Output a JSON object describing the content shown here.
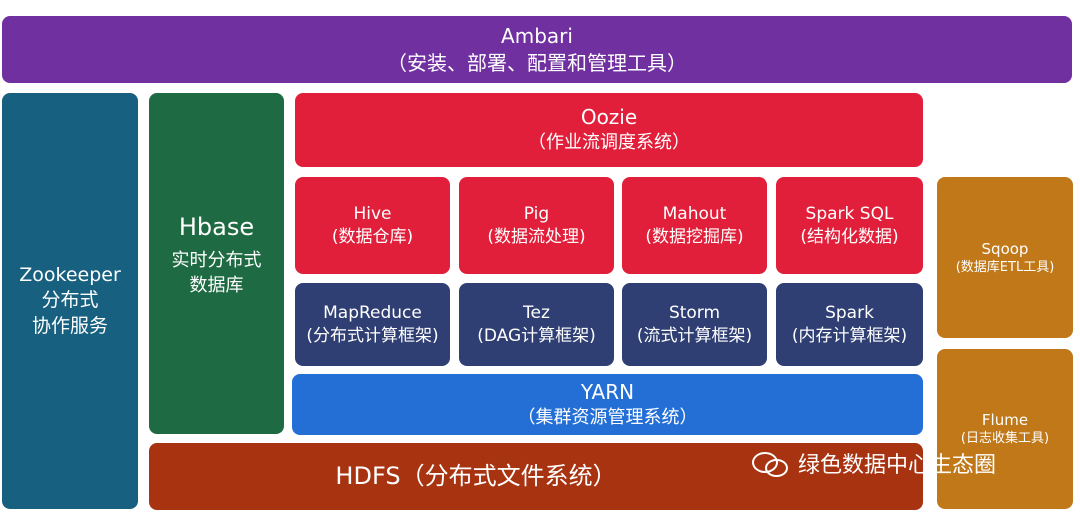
{
  "ambari": {
    "name": "Ambari",
    "desc": "（安装、部署、配置和管理工具）"
  },
  "zookeeper": {
    "name": "Zookeeper",
    "line2": "分布式",
    "line3": "协作服务"
  },
  "hbase": {
    "name": "Hbase",
    "line2": "实时分布式",
    "line3": "数据库"
  },
  "oozie": {
    "name": "Oozie",
    "desc": "（作业流调度系统）"
  },
  "row_top": [
    {
      "name": "Hive",
      "desc": "(数据仓库)"
    },
    {
      "name": "Pig",
      "desc": "(数据流处理)"
    },
    {
      "name": "Mahout",
      "desc": "(数据挖掘库)"
    },
    {
      "name": "Spark SQL",
      "desc": "(结构化数据)"
    }
  ],
  "row_bottom": [
    {
      "name": "MapReduce",
      "desc": "(分布式计算框架)"
    },
    {
      "name": "Tez",
      "desc": "(DAG计算框架)"
    },
    {
      "name": "Storm",
      "desc": "(流式计算框架)"
    },
    {
      "name": "Spark",
      "desc": "(内存计算框架)"
    }
  ],
  "yarn": {
    "name": "YARN",
    "desc": "（集群资源管理系统）"
  },
  "hdfs": {
    "label": "HDFS（分布式文件系统）"
  },
  "sqoop": {
    "name": "Sqoop",
    "desc": "(数据库ETL工具)"
  },
  "flume": {
    "name": "Flume",
    "desc": "(日志收集工具)"
  },
  "watermark": {
    "text": "绿色数据中心生态圈"
  },
  "colors": {
    "ambari": "#7030a0",
    "zookeeper": "#17607f",
    "hbase": "#1e6b43",
    "compute_top": "#e11f3a",
    "compute_bottom": "#2f3f73",
    "yarn": "#236fd6",
    "hdfs": "#a83310",
    "tools": "#c07818"
  }
}
